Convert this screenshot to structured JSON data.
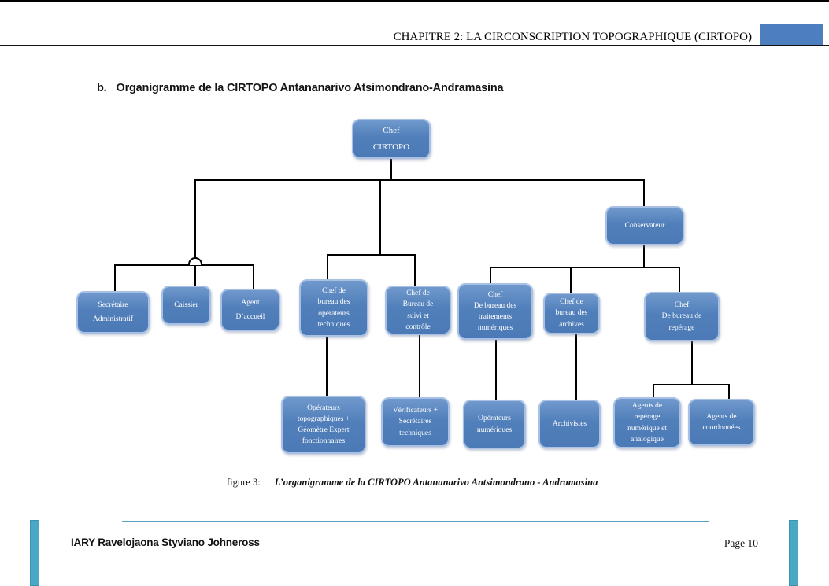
{
  "header": {
    "title": "CHAPITRE 2: LA CIRCONSCRIPTION TOPOGRAPHIQUE (CIRTOPO)"
  },
  "section": {
    "marker": "b.",
    "title": "Organigramme de la CIRTOPO Antananarivo Atsimondrano-Andramasina"
  },
  "org": {
    "boxes": [
      {
        "id": "chef-cirtopo",
        "text": "Chef\nCIRTOPO"
      },
      {
        "id": "conservateur",
        "text": "Conservateur"
      },
      {
        "id": "secretaire-administratif",
        "text": "Secrétaire\nAdministratif"
      },
      {
        "id": "caissier",
        "text": "Caissier"
      },
      {
        "id": "agent-accueil",
        "text": "Agent\nD’accueil"
      },
      {
        "id": "chef-bureau-operateurs-techniques",
        "text": "Chef de\nbureau des\nopérateurs\ntechniques"
      },
      {
        "id": "chef-bureau-suivi-controle",
        "text": "Chef de\nBureau de\nsuivi et\ncontrôle"
      },
      {
        "id": "chef-bureau-traitements-numeriques",
        "text": "Chef\nDe bureau des\ntraitements\nnumériques"
      },
      {
        "id": "chef-bureau-archives",
        "text": "Chef de\nbureau des\narchives"
      },
      {
        "id": "chef-bureau-reperage",
        "text": "Chef\nDe bureau de\nrepérage"
      },
      {
        "id": "operateurs-topographiques",
        "text": "Opérateurs\ntopographiques +\nGéomètre Expert\nfonctionnaires"
      },
      {
        "id": "verificateurs-secretaires-techniques",
        "text": "Vérificateurs +\nSecrétaires\ntechniques"
      },
      {
        "id": "operateurs-numeriques",
        "text": "Opérateurs\nnumériques"
      },
      {
        "id": "archivistes",
        "text": "Archivistes"
      },
      {
        "id": "agents-reperage-numerique-analogique",
        "text": "Agents de\nrepérage\nnumérique et\nanalogique"
      },
      {
        "id": "agents-coordonnees",
        "text": "Agents de\ncoordonnées"
      }
    ]
  },
  "caption": {
    "label": "figure 3:",
    "text": "L’organigramme de la CIRTOPO Antananarivo Antsimondrano - Andramasina"
  },
  "footer": {
    "author": "IARY Ravelojaona Styviano Johneross",
    "page": "Page 10"
  },
  "colors": {
    "box_fill": "#4d7ebd",
    "box_border": "#a7c0e4",
    "header_block": "#4d7ebd",
    "footer_rule": "#5ba3c0",
    "accent_bar": "#49a8c5"
  }
}
